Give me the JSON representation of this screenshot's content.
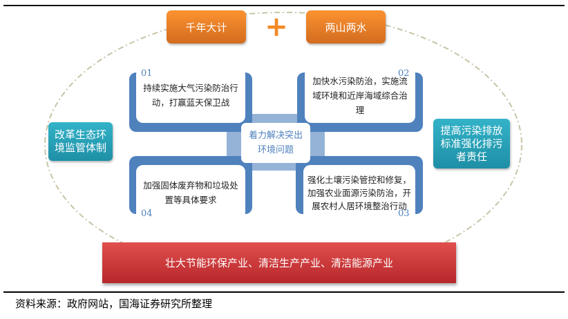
{
  "top": {
    "left_label": "千年大计",
    "plus": "+",
    "right_label": "两山两水"
  },
  "side": {
    "left": "改革生态环境监管体制",
    "right": "提高污染排放标准强化排污者责任"
  },
  "center": "着力解决突出环境问题",
  "quadrants": [
    {
      "num": "01",
      "text": "持续实施大气污染防治行动，打赢蓝天保卫战"
    },
    {
      "num": "02",
      "text": "加快水污染防治，实施流域环境和近岸海域综合治理"
    },
    {
      "num": "03",
      "text": "强化土壤污染管控和修复，加强农业面源污染防治，开展农村人居环境整治行动"
    },
    {
      "num": "04",
      "text": "加强固体废弃物和垃圾处置等具体要求"
    }
  ],
  "bottom_bar": "壮大节能环保产业、清洁生产产业、清洁能源产业",
  "source": "资料来源：政府网站，国海证券研究所整理"
}
